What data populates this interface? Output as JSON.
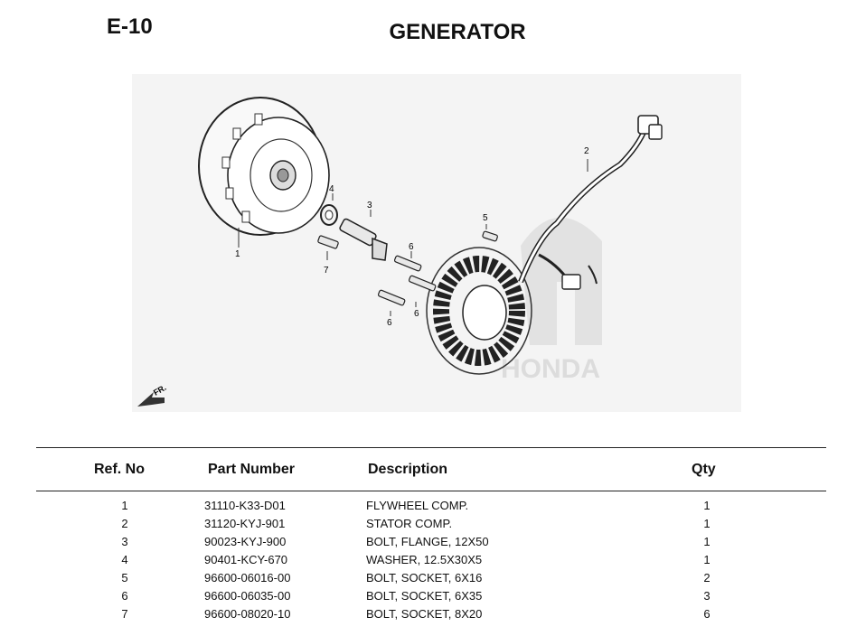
{
  "page": {
    "code": "E-10",
    "title": "GENERATOR"
  },
  "diagram": {
    "callouts": [
      "1",
      "2",
      "3",
      "4",
      "5",
      "6",
      "6",
      "6",
      "7"
    ],
    "front_marker": "FR.",
    "watermark": "HONDA"
  },
  "table": {
    "headers": {
      "ref": "Ref. No",
      "part_number": "Part Number",
      "description": "Description",
      "qty": "Qty"
    },
    "rows": [
      {
        "ref": "1",
        "part_number": "31110-K33-D01",
        "description": "FLYWHEEL COMP.",
        "qty": "1"
      },
      {
        "ref": "2",
        "part_number": "31120-KYJ-901",
        "description": "STATOR COMP.",
        "qty": "1"
      },
      {
        "ref": "3",
        "part_number": "90023-KYJ-900",
        "description": "BOLT, FLANGE, 12X50",
        "qty": "1"
      },
      {
        "ref": "4",
        "part_number": "90401-KCY-670",
        "description": "WASHER, 12.5X30X5",
        "qty": "1"
      },
      {
        "ref": "5",
        "part_number": "96600-06016-00",
        "description": "BOLT, SOCKET, 6X16",
        "qty": "2"
      },
      {
        "ref": "6",
        "part_number": "96600-06035-00",
        "description": "BOLT, SOCKET, 6X35",
        "qty": "3"
      },
      {
        "ref": "7",
        "part_number": "96600-08020-10",
        "description": "BOLT, SOCKET, 8X20",
        "qty": "6"
      }
    ]
  }
}
